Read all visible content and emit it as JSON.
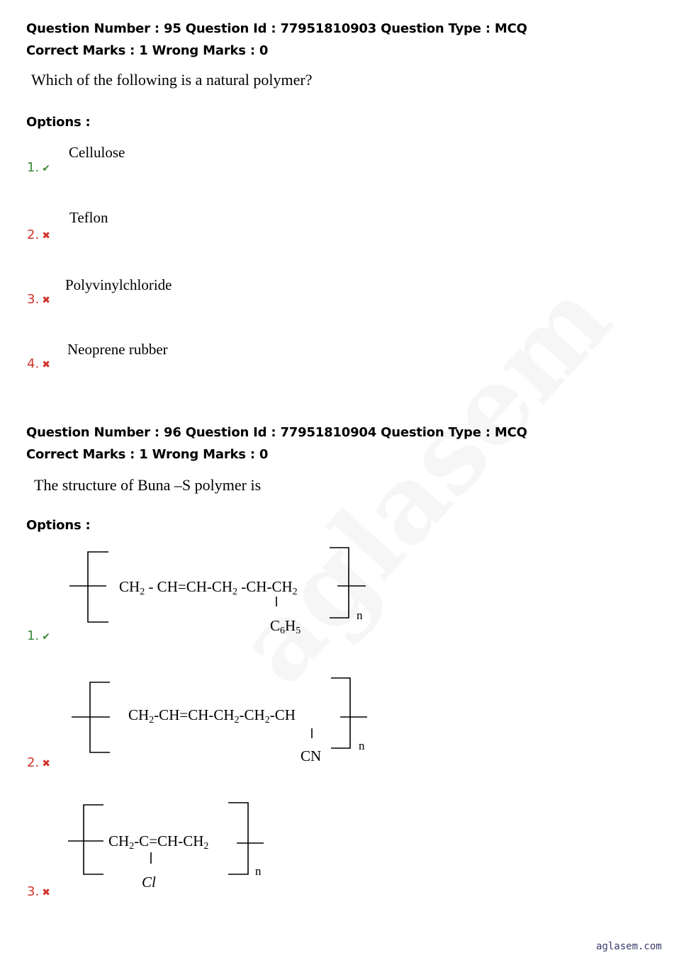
{
  "watermark": "aglasem",
  "questions": [
    {
      "header": "Question Number : 95 Question Id : 77951810903 Question Type : MCQ",
      "marks": "Correct Marks : 1 Wrong Marks : 0",
      "text": "Which of the following is a natural polymer?",
      "options_label": "Options :",
      "options": [
        {
          "num": "1.",
          "status": "correct",
          "text": "Cellulose"
        },
        {
          "num": "2.",
          "status": "wrong",
          "text": "Teflon"
        },
        {
          "num": "3.",
          "status": "wrong",
          "text": "Polyvinylchloride"
        },
        {
          "num": "4.",
          "status": "wrong",
          "text": "Neoprene rubber"
        }
      ]
    },
    {
      "header": "Question Number : 96 Question Id : 77951810904 Question Type : MCQ",
      "marks": "Correct Marks : 1 Wrong Marks : 0",
      "text": "The structure of Buna –S polymer is",
      "options_label": "Options :",
      "options": [
        {
          "num": "1.",
          "status": "correct"
        },
        {
          "num": "2.",
          "status": "wrong"
        },
        {
          "num": "3.",
          "status": "wrong"
        }
      ]
    }
  ],
  "formulas": {
    "f1": {
      "main1": "CH",
      "sub1": "2",
      "main2": " - CH=CH-CH",
      "sub2": "2",
      "main3": " -CH-CH",
      "sub3": "2",
      "sidegroup": "C",
      "side_sub1": "6",
      "side_mid": "H",
      "side_sub2": "5",
      "n": "n"
    },
    "f2": {
      "main1": "CH",
      "sub1": "2",
      "main2": "-CH=CH-CH",
      "sub2": "2",
      "main3": "-CH",
      "sub3": "2",
      "main4": "-CH",
      "sidegroup": "CN",
      "n": "n"
    },
    "f3": {
      "main1": "CH",
      "sub1": "2",
      "main2": "-C=CH-CH",
      "sub2": "2",
      "sidegroup": "Cl",
      "n": "n"
    }
  },
  "marks_icons": {
    "correct": "✔",
    "wrong": "✖"
  },
  "colors": {
    "correct": "#3a8a3a",
    "wrong": "#d2342b"
  },
  "footer": "aglasem.com"
}
